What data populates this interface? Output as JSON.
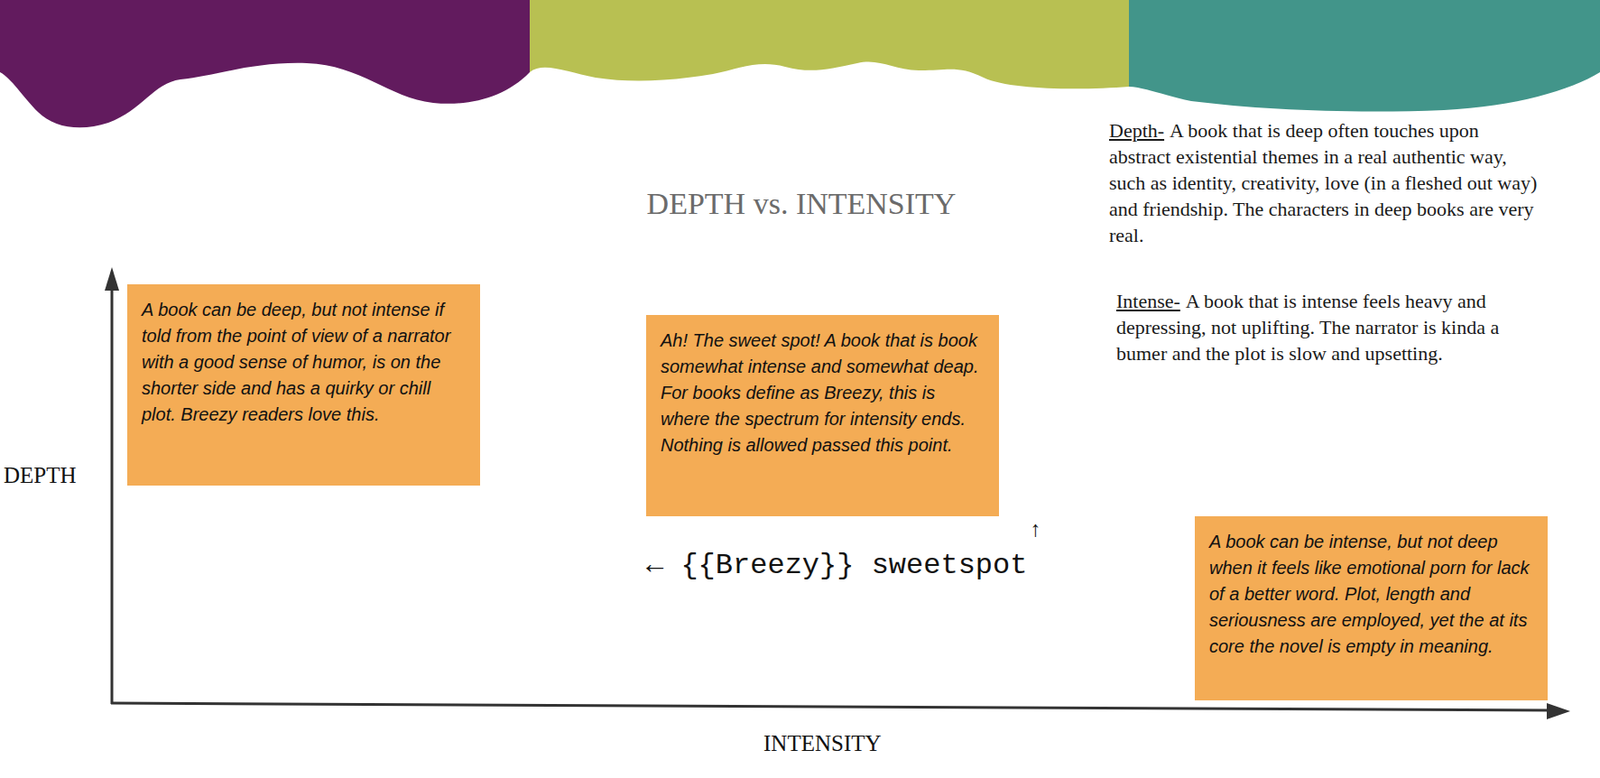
{
  "diagram": {
    "title": "DEPTH vs. INTENSITY",
    "nodes": [
      {
        "text": [
          "A book can be deep, but not intense if told from the point of view of a narrator with a good sense of humor, is on the shorter side and has a quirky or chill plot. Breezy readers love this."
        ]
      },
      {
        "text": [
          "Ah! The sweet spot! A book that is book somewhat intense and somewhat deap. For books define as Breezy, this is where the spectrum for intensity ends. Nothing is allowed passed this point."
        ]
      },
      {
        "text": [
          "A book can be intense, but not deep when it feels like emotional porn for lack of a better word. Plot, length and seriousness are employed, yet the at its core the novel is empty in meaning."
        ]
      }
    ],
    "labels": [
      "Depth-",
      "A book that is deep often touches upon abstract existential themes in a real authentic way, such as identity, creativity, love (in a fleshed out way) and friendship. The characters in deep books are very real.",
      "Intense-",
      "A book that is intense feels heavy and depressing, not uplifting. The narrator is kinda a bumer and the plot is slow and upsetting.",
      "DEPTH",
      "INTENSITY",
      "↑",
      "← {{Breezy}} sweetspot"
    ]
  }
}
